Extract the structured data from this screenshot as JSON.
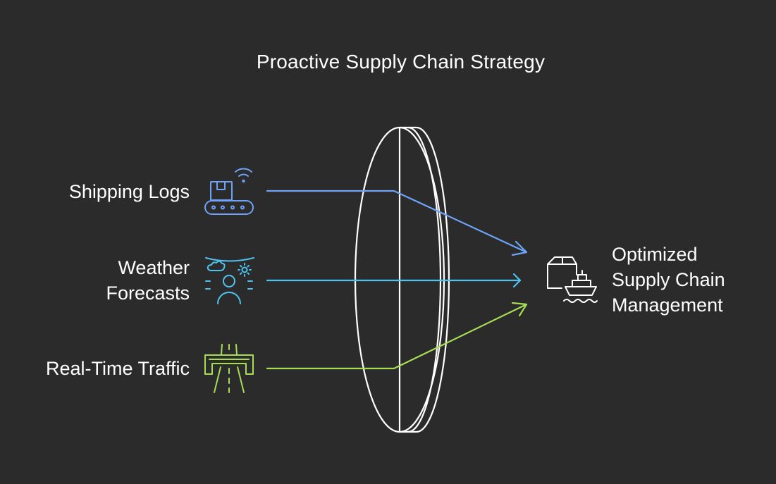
{
  "title": "Proactive Supply Chain Strategy",
  "inputs": [
    {
      "id": "shipping",
      "lines": [
        "Shipping Logs"
      ],
      "color": "#6fa3f7",
      "icon": "conveyor-package-wifi-icon"
    },
    {
      "id": "weather",
      "lines": [
        "Weather",
        "Forecasts"
      ],
      "color": "#4fc3f0",
      "icon": "weather-person-icon"
    },
    {
      "id": "traffic",
      "lines": [
        "Real-Time Traffic"
      ],
      "color": "#a6dd55",
      "icon": "highway-road-icon"
    }
  ],
  "output": {
    "lines": [
      "Optimized",
      "Supply Chain",
      "Management"
    ],
    "icon": "package-ship-icon",
    "color": "#ffffff"
  },
  "lens": {
    "color": "#ffffff"
  }
}
